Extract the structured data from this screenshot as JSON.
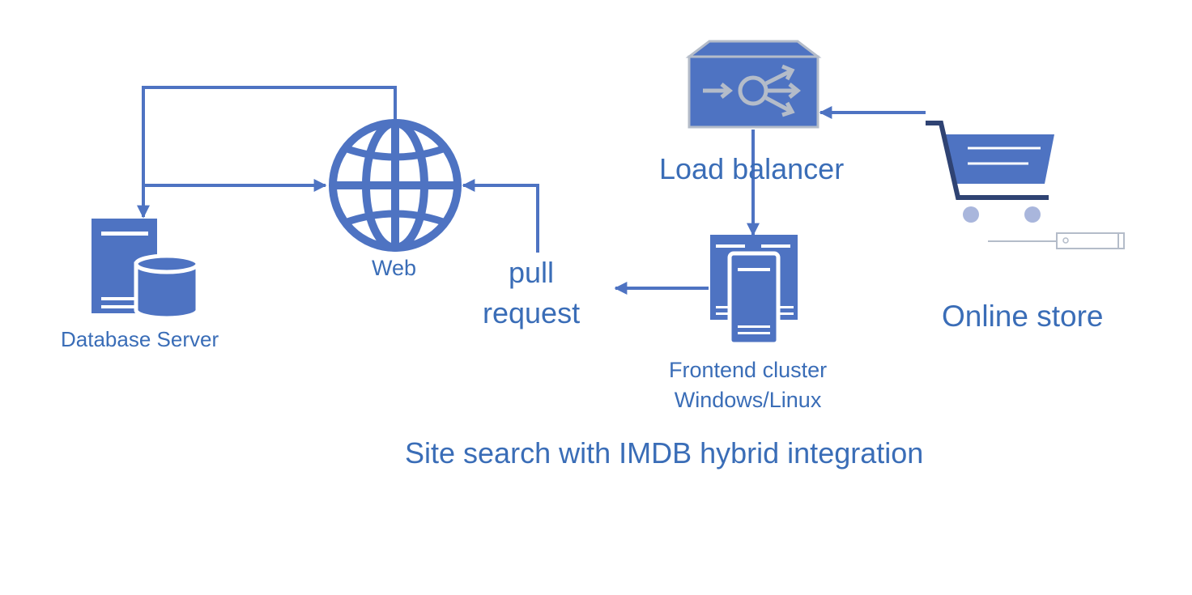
{
  "diagram": {
    "title": "Site search with IMDB hybrid integration",
    "colors": {
      "primary": "#4e73c2",
      "label": "#3a6db7",
      "icon_outline": "#b4bcc9",
      "cart_frame": "#2f4373",
      "wheel": "#a9b6dc"
    },
    "nodes": {
      "database": {
        "label": "Database Server",
        "icon": "database-server-icon"
      },
      "web": {
        "label": "Web",
        "icon": "globe-icon"
      },
      "pull_request": {
        "line1": "pull",
        "line2": "request"
      },
      "load_balancer": {
        "label": "Load balancer",
        "icon": "load-balancer-icon"
      },
      "frontend": {
        "line1": "Frontend cluster",
        "line2": "Windows/Linux",
        "icon": "server-cluster-icon"
      },
      "online_store": {
        "label": "Online store",
        "icon": "shopping-cart-icon"
      }
    },
    "edges": [
      {
        "from": "web",
        "to": "database"
      },
      {
        "from": "database",
        "to": "web"
      },
      {
        "from": "pull_request",
        "to": "web"
      },
      {
        "from": "online_store",
        "to": "load_balancer"
      },
      {
        "from": "load_balancer",
        "to": "frontend"
      },
      {
        "from": "frontend",
        "to": "pull_request"
      }
    ]
  }
}
